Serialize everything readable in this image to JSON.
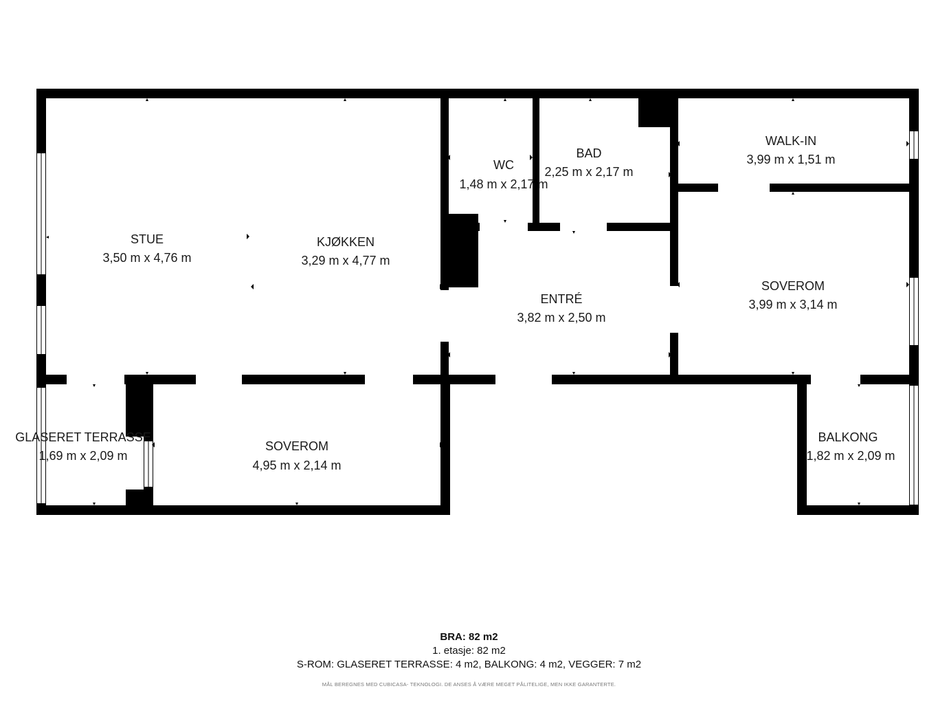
{
  "rooms": [
    {
      "id": "stue",
      "name": "STUE",
      "dims": "3,50 m x 4,76 m"
    },
    {
      "id": "kjokken",
      "name": "KJØKKEN",
      "dims": "3,29 m x 4,77 m"
    },
    {
      "id": "wc",
      "name": "WC",
      "dims": "1,48 m x 2,17 m"
    },
    {
      "id": "bad",
      "name": "BAD",
      "dims": "2,25 m x 2,17 m"
    },
    {
      "id": "walkin",
      "name": "WALK-IN",
      "dims": "3,99 m x 1,51 m"
    },
    {
      "id": "entre",
      "name": "ENTRÉ",
      "dims": "3,82 m x 2,50 m"
    },
    {
      "id": "soverom1",
      "name": "SOVEROM",
      "dims": "3,99 m x 3,14 m"
    },
    {
      "id": "terrasse",
      "name": "GLASERET TERRASSE",
      "dims": "1,69 m x 2,09 m"
    },
    {
      "id": "soverom2",
      "name": "SOVEROM",
      "dims": "4,95 m x 2,14 m"
    },
    {
      "id": "balkong",
      "name": "BALKONG",
      "dims": "1,82 m x 2,09 m"
    }
  ],
  "footer": {
    "bra": "BRA: 82 m2",
    "floor": "1. etasje: 82 m2",
    "srom": "S-ROM: GLASERET TERRASSE: 4 m2, BALKONG: 4 m2, VEGGER: 7 m2",
    "disclaimer": "MÅL BEREGNES MED CUBICASA- TEKNOLOGI. DE ANSES Å VÆRE MEGET PÅLITELIGE, MEN IKKE GARANTERTE."
  },
  "colors": {
    "wall": "#000000",
    "background": "#ffffff",
    "text": "#1a1a1a"
  }
}
